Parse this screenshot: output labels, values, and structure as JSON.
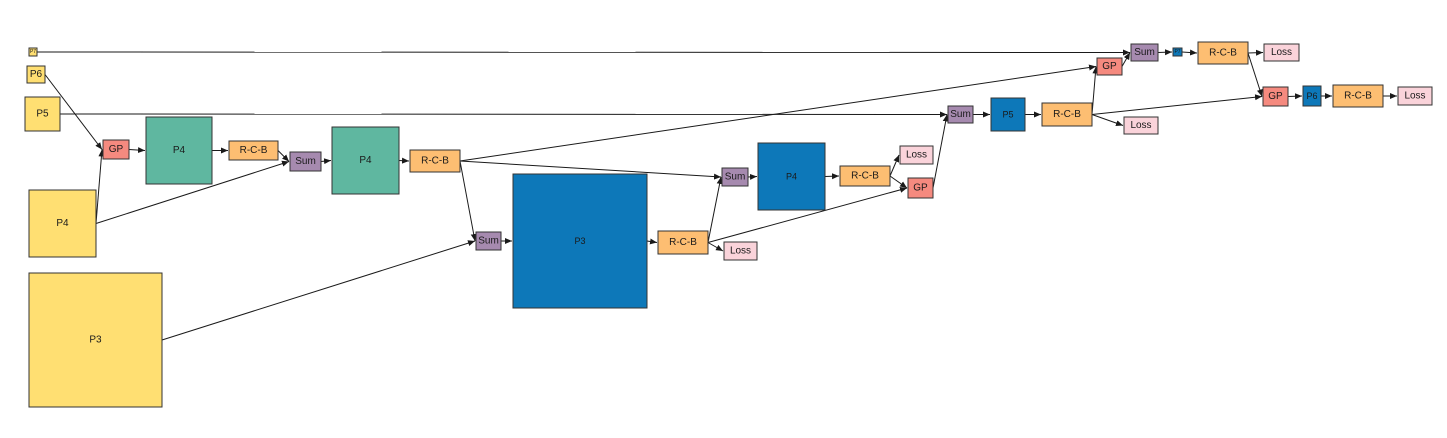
{
  "colors": {
    "input_feature": "#ffdf72",
    "intermediate_feature": "#5fb7a0",
    "output_feature": "#0d78b9",
    "global_pool": "#f58a7f",
    "sum": "#a68aaf",
    "rcb": "#fdbe72",
    "loss": "#fad3da",
    "edge": "#1a1a1a"
  },
  "nodes": [
    {
      "id": "in-p7",
      "kind": "input_feature",
      "label": "P7"
    },
    {
      "id": "in-p6",
      "kind": "input_feature",
      "label": "P6"
    },
    {
      "id": "in-p5",
      "kind": "input_feature",
      "label": "P5"
    },
    {
      "id": "in-p4",
      "kind": "input_feature",
      "label": "P4"
    },
    {
      "id": "in-p3",
      "kind": "input_feature",
      "label": "P3"
    },
    {
      "id": "gp1",
      "kind": "global_pool",
      "label": "GP"
    },
    {
      "id": "mid-p4a",
      "kind": "intermediate_feature",
      "label": "P4"
    },
    {
      "id": "rcb1",
      "kind": "rcb",
      "label": "R-C-B"
    },
    {
      "id": "sum1",
      "kind": "sum",
      "label": "Sum"
    },
    {
      "id": "mid-p4b",
      "kind": "intermediate_feature",
      "label": "P4"
    },
    {
      "id": "rcb2",
      "kind": "rcb",
      "label": "R-C-B"
    },
    {
      "id": "sum2",
      "kind": "sum",
      "label": "Sum"
    },
    {
      "id": "out-p3",
      "kind": "output_feature",
      "label": "P3"
    },
    {
      "id": "rcb3",
      "kind": "rcb",
      "label": "R-C-B"
    },
    {
      "id": "loss3",
      "kind": "loss",
      "label": "Loss"
    },
    {
      "id": "sum3",
      "kind": "sum",
      "label": "Sum"
    },
    {
      "id": "out-p4",
      "kind": "output_feature",
      "label": "P4"
    },
    {
      "id": "rcb4",
      "kind": "rcb",
      "label": "R-C-B"
    },
    {
      "id": "loss4",
      "kind": "loss",
      "label": "Loss"
    },
    {
      "id": "gp2",
      "kind": "global_pool",
      "label": "GP"
    },
    {
      "id": "sum4",
      "kind": "sum",
      "label": "Sum"
    },
    {
      "id": "out-p5",
      "kind": "output_feature",
      "label": "P5"
    },
    {
      "id": "rcb5",
      "kind": "rcb",
      "label": "R-C-B"
    },
    {
      "id": "loss5",
      "kind": "loss",
      "label": "Loss"
    },
    {
      "id": "gp3",
      "kind": "global_pool",
      "label": "GP"
    },
    {
      "id": "sum5",
      "kind": "sum",
      "label": "Sum"
    },
    {
      "id": "out-p7",
      "kind": "output_feature",
      "label": "P7"
    },
    {
      "id": "rcb7",
      "kind": "rcb",
      "label": "R-C-B"
    },
    {
      "id": "loss7",
      "kind": "loss",
      "label": "Loss"
    },
    {
      "id": "gp4",
      "kind": "global_pool",
      "label": "GP"
    },
    {
      "id": "out-p6",
      "kind": "output_feature",
      "label": "P6"
    },
    {
      "id": "rcb6",
      "kind": "rcb",
      "label": "R-C-B"
    },
    {
      "id": "loss6",
      "kind": "loss",
      "label": "Loss"
    }
  ],
  "edges": [
    [
      "in-p7",
      "sum5"
    ],
    [
      "in-p6",
      "gp1"
    ],
    [
      "in-p5",
      "sum4"
    ],
    [
      "in-p4",
      "gp1"
    ],
    [
      "in-p4",
      "sum1"
    ],
    [
      "in-p3",
      "sum2"
    ],
    [
      "gp1",
      "mid-p4a"
    ],
    [
      "mid-p4a",
      "rcb1"
    ],
    [
      "rcb1",
      "sum1"
    ],
    [
      "sum1",
      "mid-p4b"
    ],
    [
      "mid-p4b",
      "rcb2"
    ],
    [
      "rcb2",
      "sum2"
    ],
    [
      "rcb2",
      "sum3"
    ],
    [
      "rcb2",
      "gp3"
    ],
    [
      "sum2",
      "out-p3"
    ],
    [
      "out-p3",
      "rcb3"
    ],
    [
      "rcb3",
      "loss3"
    ],
    [
      "rcb3",
      "sum3"
    ],
    [
      "rcb3",
      "gp2"
    ],
    [
      "sum3",
      "out-p4"
    ],
    [
      "out-p4",
      "rcb4"
    ],
    [
      "rcb4",
      "loss4"
    ],
    [
      "rcb4",
      "gp2"
    ],
    [
      "gp2",
      "sum4"
    ],
    [
      "sum4",
      "out-p5"
    ],
    [
      "out-p5",
      "rcb5"
    ],
    [
      "rcb5",
      "loss5"
    ],
    [
      "rcb5",
      "gp3"
    ],
    [
      "rcb5",
      "gp4"
    ],
    [
      "gp3",
      "sum5"
    ],
    [
      "sum5",
      "out-p7"
    ],
    [
      "out-p7",
      "rcb7"
    ],
    [
      "rcb7",
      "loss7"
    ],
    [
      "rcb7",
      "gp4"
    ],
    [
      "gp4",
      "out-p6"
    ],
    [
      "out-p6",
      "rcb6"
    ],
    [
      "rcb6",
      "loss6"
    ]
  ]
}
